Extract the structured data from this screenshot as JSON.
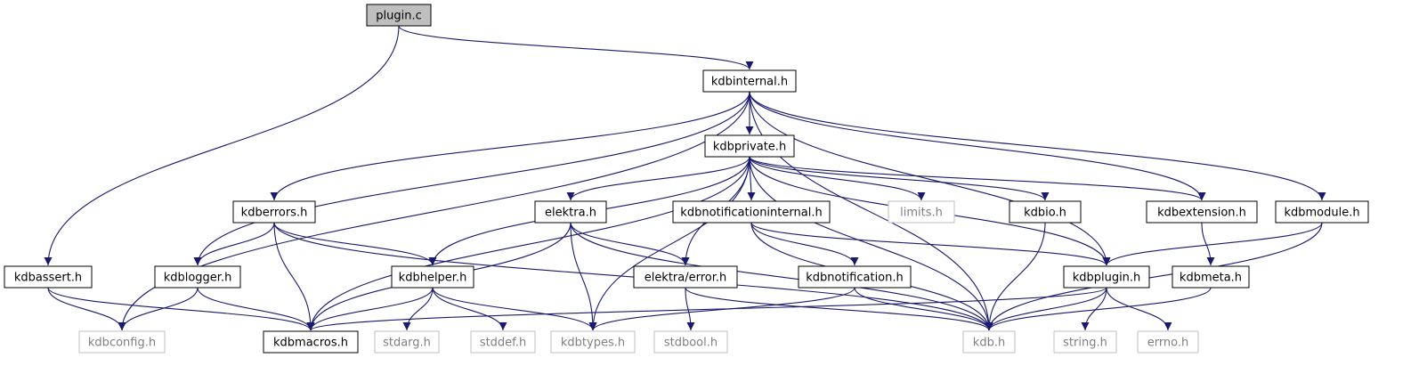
{
  "colors": {
    "edge": "#191970",
    "root_fill": "#bfbfbf",
    "node_stroke": "#000000",
    "external_stroke": "#bfbfbf",
    "external_text": "#7f7f7f",
    "text": "#000000"
  },
  "nodes": [
    {
      "id": "plugin_c",
      "label": "plugin.c",
      "kind": "root"
    },
    {
      "id": "kdbinternal_h",
      "label": "kdbinternal.h",
      "kind": "internal"
    },
    {
      "id": "kdbprivate_h",
      "label": "kdbprivate.h",
      "kind": "internal"
    },
    {
      "id": "kdberrors_h",
      "label": "kdberrors.h",
      "kind": "internal"
    },
    {
      "id": "elektra_h",
      "label": "elektra.h",
      "kind": "internal"
    },
    {
      "id": "kdbnotificationinternal_h",
      "label": "kdbnotificationinternal.h",
      "kind": "internal"
    },
    {
      "id": "limits_h",
      "label": "limits.h",
      "kind": "external"
    },
    {
      "id": "kdbio_h",
      "label": "kdbio.h",
      "kind": "internal"
    },
    {
      "id": "kdbextension_h",
      "label": "kdbextension.h",
      "kind": "internal"
    },
    {
      "id": "kdbmodule_h",
      "label": "kdbmodule.h",
      "kind": "internal"
    },
    {
      "id": "kdbassert_h",
      "label": "kdbassert.h",
      "kind": "internal"
    },
    {
      "id": "kdblogger_h",
      "label": "kdblogger.h",
      "kind": "internal"
    },
    {
      "id": "kdbhelper_h",
      "label": "kdbhelper.h",
      "kind": "internal"
    },
    {
      "id": "elektra_error_h",
      "label": "elektra/error.h",
      "kind": "internal"
    },
    {
      "id": "kdbnotification_h",
      "label": "kdbnotification.h",
      "kind": "internal"
    },
    {
      "id": "kdbplugin_h",
      "label": "kdbplugin.h",
      "kind": "internal"
    },
    {
      "id": "kdbmeta_h",
      "label": "kdbmeta.h",
      "kind": "internal"
    },
    {
      "id": "kdbconfig_h",
      "label": "kdbconfig.h",
      "kind": "external"
    },
    {
      "id": "kdbmacros_h",
      "label": "kdbmacros.h",
      "kind": "internal"
    },
    {
      "id": "stdarg_h",
      "label": "stdarg.h",
      "kind": "external"
    },
    {
      "id": "stddef_h",
      "label": "stddef.h",
      "kind": "external"
    },
    {
      "id": "kdbtypes_h",
      "label": "kdbtypes.h",
      "kind": "external"
    },
    {
      "id": "stdbool_h",
      "label": "stdbool.h",
      "kind": "external"
    },
    {
      "id": "kdb_h",
      "label": "kdb.h",
      "kind": "external"
    },
    {
      "id": "string_h",
      "label": "string.h",
      "kind": "external"
    },
    {
      "id": "errno_h",
      "label": "errno.h",
      "kind": "external"
    }
  ],
  "edges": [
    {
      "from": "plugin_c",
      "to": "kdbinternal_h"
    },
    {
      "from": "plugin_c",
      "to": "kdbassert_h"
    },
    {
      "from": "kdbinternal_h",
      "to": "kdbprivate_h"
    },
    {
      "from": "kdbinternal_h",
      "to": "kdberrors_h"
    },
    {
      "from": "kdbinternal_h",
      "to": "kdblogger_h"
    },
    {
      "from": "kdbinternal_h",
      "to": "kdbconfig_h"
    },
    {
      "from": "kdbinternal_h",
      "to": "kdbextension_h"
    },
    {
      "from": "kdbinternal_h",
      "to": "kdbmodule_h"
    },
    {
      "from": "kdbinternal_h",
      "to": "kdbplugin_h"
    },
    {
      "from": "kdbinternal_h",
      "to": "kdb_h"
    },
    {
      "from": "kdbprivate_h",
      "to": "elektra_h"
    },
    {
      "from": "kdbprivate_h",
      "to": "kdbnotificationinternal_h"
    },
    {
      "from": "kdbprivate_h",
      "to": "limits_h"
    },
    {
      "from": "kdbprivate_h",
      "to": "kdbio_h"
    },
    {
      "from": "kdbprivate_h",
      "to": "kdbextension_h"
    },
    {
      "from": "kdbprivate_h",
      "to": "kdbhelper_h"
    },
    {
      "from": "kdbprivate_h",
      "to": "kdbmacros_h"
    },
    {
      "from": "kdbprivate_h",
      "to": "kdbtypes_h"
    },
    {
      "from": "kdbprivate_h",
      "to": "elektra_error_h"
    },
    {
      "from": "kdbprivate_h",
      "to": "kdbplugin_h"
    },
    {
      "from": "kdbprivate_h",
      "to": "kdb_h"
    },
    {
      "from": "kdberrors_h",
      "to": "kdblogger_h"
    },
    {
      "from": "kdberrors_h",
      "to": "kdbhelper_h"
    },
    {
      "from": "kdberrors_h",
      "to": "kdbmacros_h"
    },
    {
      "from": "kdberrors_h",
      "to": "kdb_h"
    },
    {
      "from": "elektra_h",
      "to": "kdbmacros_h"
    },
    {
      "from": "elektra_h",
      "to": "kdbtypes_h"
    },
    {
      "from": "elektra_h",
      "to": "elektra_error_h"
    },
    {
      "from": "elektra_h",
      "to": "kdb_h"
    },
    {
      "from": "kdbnotificationinternal_h",
      "to": "kdbnotification_h"
    },
    {
      "from": "kdbnotificationinternal_h",
      "to": "kdbplugin_h"
    },
    {
      "from": "kdbnotificationinternal_h",
      "to": "kdb_h"
    },
    {
      "from": "kdbio_h",
      "to": "kdb_h"
    },
    {
      "from": "kdbextension_h",
      "to": "kdbmeta_h"
    },
    {
      "from": "kdbmodule_h",
      "to": "kdbplugin_h"
    },
    {
      "from": "kdbmodule_h",
      "to": "kdb_h"
    },
    {
      "from": "kdbassert_h",
      "to": "kdbconfig_h"
    },
    {
      "from": "kdbassert_h",
      "to": "kdbmacros_h"
    },
    {
      "from": "kdblogger_h",
      "to": "kdbconfig_h"
    },
    {
      "from": "kdblogger_h",
      "to": "kdbmacros_h"
    },
    {
      "from": "kdbhelper_h",
      "to": "kdbmacros_h"
    },
    {
      "from": "kdbhelper_h",
      "to": "stdarg_h"
    },
    {
      "from": "kdbhelper_h",
      "to": "stddef_h"
    },
    {
      "from": "kdbhelper_h",
      "to": "kdbtypes_h"
    },
    {
      "from": "elektra_error_h",
      "to": "stdbool_h"
    },
    {
      "from": "elektra_error_h",
      "to": "kdb_h"
    },
    {
      "from": "kdbnotification_h",
      "to": "kdbtypes_h"
    },
    {
      "from": "kdbnotification_h",
      "to": "kdb_h"
    },
    {
      "from": "kdbplugin_h",
      "to": "kdbmacros_h"
    },
    {
      "from": "kdbplugin_h",
      "to": "kdb_h"
    },
    {
      "from": "kdbplugin_h",
      "to": "string_h"
    },
    {
      "from": "kdbplugin_h",
      "to": "errno_h"
    },
    {
      "from": "kdbmeta_h",
      "to": "kdb_h"
    }
  ]
}
